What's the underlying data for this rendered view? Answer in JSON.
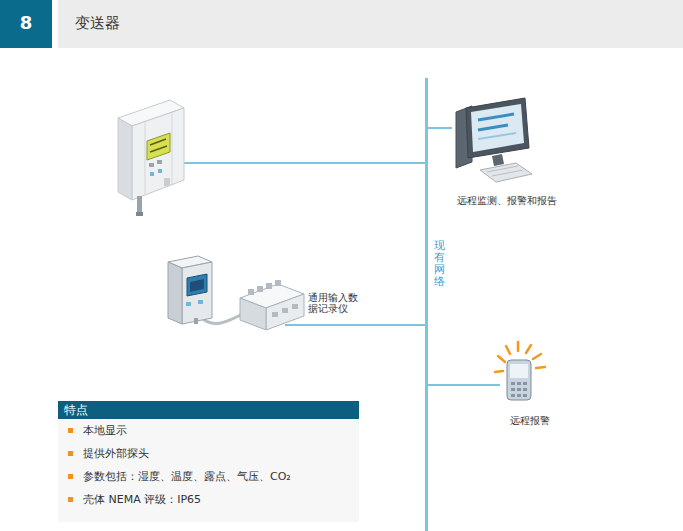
{
  "diagram": {
    "title": "变送器",
    "nodes": [
      {
        "text": [
          "远程监测、报警和报告"
        ]
      },
      {
        "text": [
          "现有网络"
        ]
      },
      {
        "text": [
          "通用输入数据记录仪"
        ]
      },
      {
        "text": [
          "远程报警"
        ]
      },
      {
        "text": [
          "特点",
          "本地显示",
          "提供外部探头",
          "参数包括：湿度、温度、露点、气压、CO₂",
          "壳体 NEMA 评级：IP65"
        ]
      }
    ],
    "edges": [
      {
        "from": 1,
        "to": 0,
        "arrow": "none"
      },
      {
        "from": 2,
        "to": 1,
        "arrow": "none"
      },
      {
        "from": 1,
        "to": 3,
        "arrow": "none"
      }
    ],
    "labels": [
      "8"
    ]
  }
}
